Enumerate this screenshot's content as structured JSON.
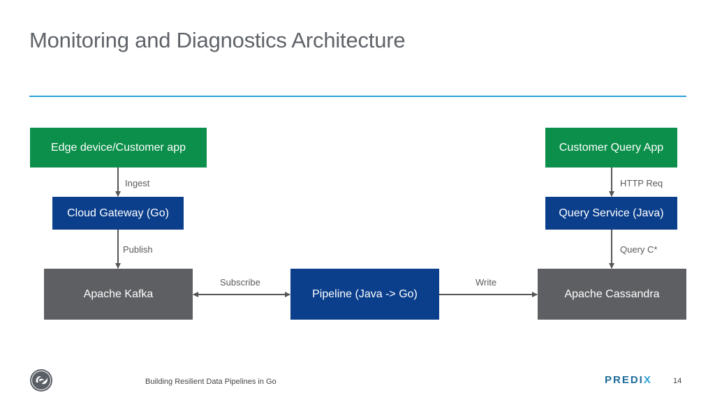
{
  "slide": {
    "title": "Monitoring and Diagnostics Architecture",
    "footer_text": "Building Resilient Data Pipelines in Go",
    "page_number": "14",
    "brand_left_icon": "ge-monogram-icon",
    "brand_right": "PREDIX",
    "colors": {
      "accent_rule": "#2aa1d8",
      "green_box": "#0b8f4a",
      "blue_box": "#0b3f8c",
      "gray_box": "#5d5f62"
    }
  },
  "diagram": {
    "nodes": {
      "edge_device": "Edge device/Customer app",
      "cloud_gateway": "Cloud Gateway (Go)",
      "kafka": "Apache Kafka",
      "pipeline": "Pipeline (Java -> Go)",
      "cassandra": "Apache Cassandra",
      "customer_query_app": "Customer Query App",
      "query_service": "Query Service (Java)"
    },
    "edges": {
      "ingest": "Ingest",
      "publish": "Publish",
      "subscribe": "Subscribe",
      "write": "Write",
      "http_req": "HTTP Req",
      "query_c": "Query C*"
    }
  }
}
